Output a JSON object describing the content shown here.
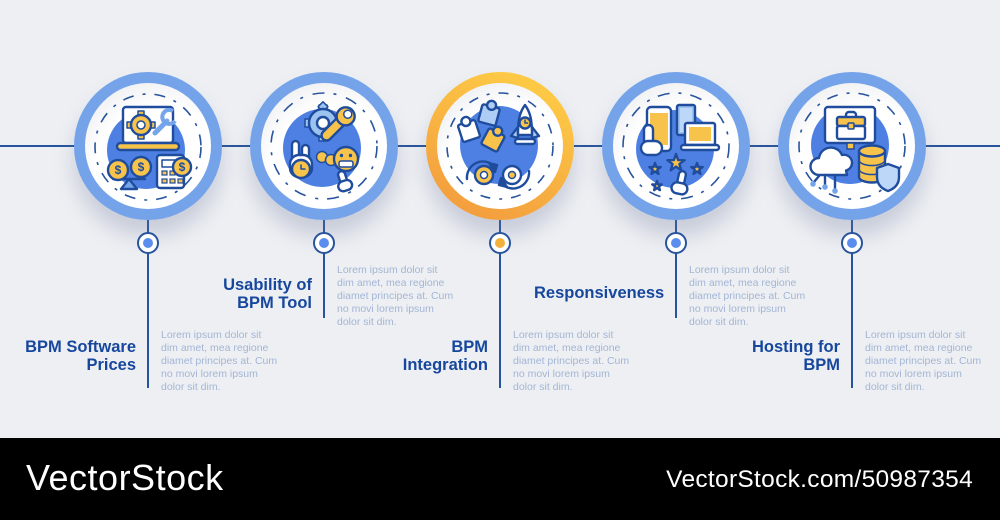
{
  "page": {
    "background": "#edeff3"
  },
  "colors": {
    "timeline_line": "#27549c",
    "ring_blue": "#74a3ea",
    "ring_orange_from": "#fdc945",
    "ring_orange_to": "#f39d3e",
    "inner_disc_blue": "#4d80e2",
    "heading": "#16479d",
    "body_text": "#a3b6d5",
    "icon_yellow": "#f7c34a",
    "dot_blue": "#5b8def",
    "dot_orange": "#f3b13c",
    "footer_bar": "#000000"
  },
  "timeline": {
    "steps": [
      {
        "title": "BPM Software\nPrices",
        "body": "Lorem ipsum dolor sit dim amet, mea regione diamet principes at. Cum no movi lorem ipsum dolor sit dim.",
        "icon": "bpm-software-prices-icon",
        "accent": "blue",
        "placement": "low"
      },
      {
        "title": "Usability of\nBPM Tool",
        "body": "Lorem ipsum dolor sit dim amet, mea regione diamet principes at. Cum no movi lorem ipsum dolor sit dim.",
        "icon": "usability-bpm-tool-icon",
        "accent": "blue",
        "placement": "high"
      },
      {
        "title": "BPM\nIntegration",
        "body": "Lorem ipsum dolor sit dim amet, mea regione diamet principes at. Cum no movi lorem ipsum dolor sit dim.",
        "icon": "bpm-integration-icon",
        "accent": "orange",
        "placement": "low"
      },
      {
        "title": "Responsiveness",
        "body": "Lorem ipsum dolor sit dim amet, mea regione diamet principes at. Cum no movi lorem ipsum dolor sit dim.",
        "icon": "responsiveness-icon",
        "accent": "blue",
        "placement": "high"
      },
      {
        "title": "Hosting for\nBPM",
        "body": "Lorem ipsum dolor sit dim amet, mea regione diamet principes at. Cum no movi lorem ipsum dolor sit dim.",
        "icon": "hosting-for-bpm-icon",
        "accent": "blue",
        "placement": "low"
      }
    ]
  },
  "footer": {
    "brand": "VectorStock",
    "url": "VectorStock.com/50987354"
  }
}
